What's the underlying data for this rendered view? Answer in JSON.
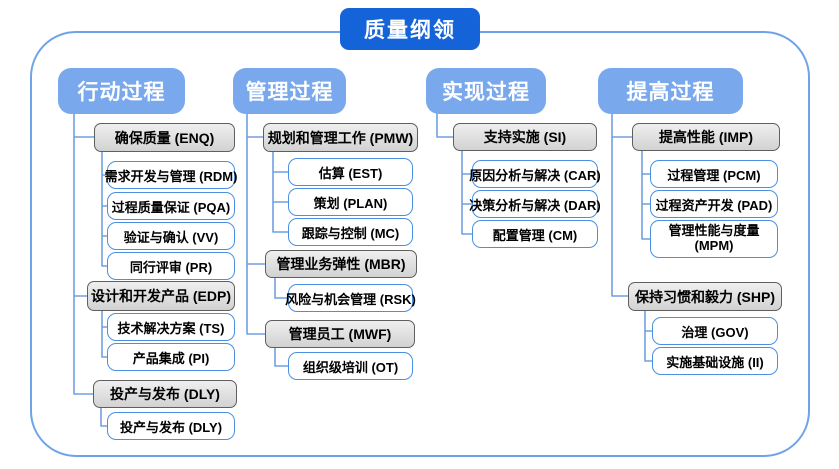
{
  "title": "质量纲领",
  "colors": {
    "title_blue": "#1463d8",
    "header_blue": "#7aa8ec",
    "line_blue": "#6f9fe0",
    "child_border_blue": "#4a90e2",
    "group_fill_gray": "#d9d9d9",
    "group_border_gray": "#5f5f5f"
  },
  "columns": [
    {
      "header": "行动过程",
      "groups": [
        {
          "label": "确保质量 (ENQ)",
          "children": [
            "需求开发与管理 (RDM)",
            "过程质量保证 (PQA)",
            "验证与确认 (VV)",
            "同行评审 (PR)"
          ]
        },
        {
          "label": "设计和开发产品 (EDP)",
          "children": [
            "技术解决方案 (TS)",
            "产品集成 (PI)"
          ]
        },
        {
          "label": "投产与发布 (DLY)",
          "children": [
            "投产与发布 (DLY)"
          ]
        }
      ]
    },
    {
      "header": "管理过程",
      "groups": [
        {
          "label": "规划和管理工作 (PMW)",
          "children": [
            "估算 (EST)",
            "策划 (PLAN)",
            "跟踪与控制 (MC)"
          ]
        },
        {
          "label": "管理业务弹性 (MBR)",
          "children": [
            "风险与机会管理 (RSK)"
          ]
        },
        {
          "label": "管理员工 (MWF)",
          "children": [
            "组织级培训 (OT)"
          ]
        }
      ]
    },
    {
      "header": "实现过程",
      "groups": [
        {
          "label": "支持实施 (SI)",
          "children": [
            "原因分析与解决 (CAR)",
            "决策分析与解决 (DAR)",
            "配置管理 (CM)"
          ]
        }
      ]
    },
    {
      "header": "提高过程",
      "groups": [
        {
          "label": "提高性能 (IMP)",
          "children": [
            "过程管理 (PCM)",
            "过程资产开发 (PAD)",
            "管理性能与度量 (MPM)"
          ]
        },
        {
          "label": "保持习惯和毅力 (SHP)",
          "children": [
            "治理 (GOV)",
            "实施基础设施 (II)"
          ]
        }
      ]
    }
  ]
}
